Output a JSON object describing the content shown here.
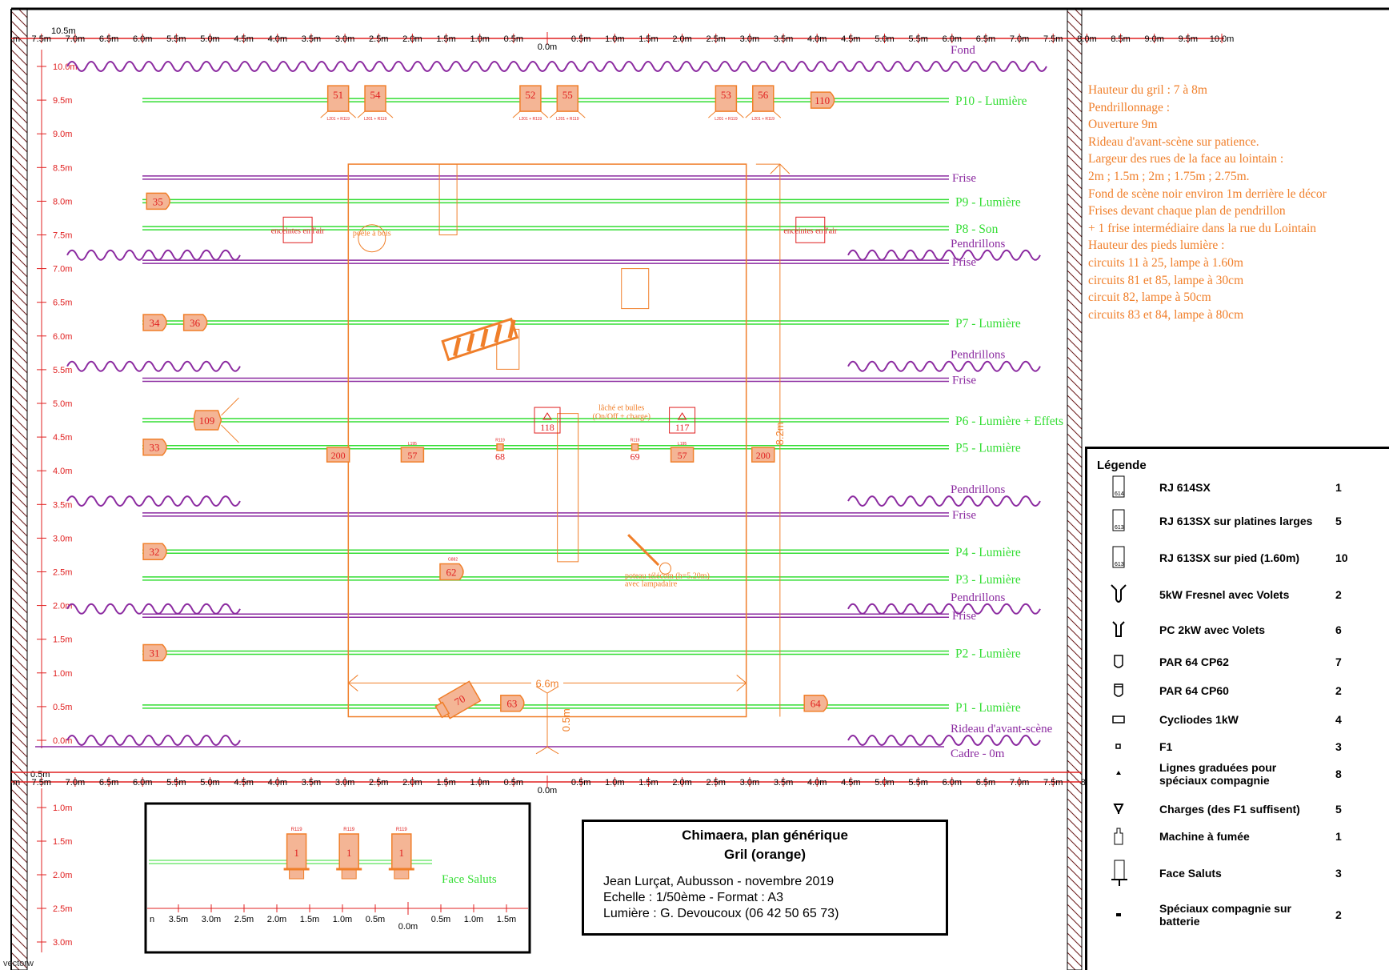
{
  "scale_top": {
    "left": [
      "7.5m",
      "7.0m",
      "6.5m",
      "6.0m",
      "5.5m",
      "5.0m",
      "4.5m",
      "4.0m",
      "3.5m",
      "3.0m",
      "2.5m",
      "2.0m",
      "1.5m",
      "1.0m",
      "0.5m"
    ],
    "center": "0.0m",
    "right": [
      "0.5m",
      "1.0m",
      "1.5m",
      "2.0m",
      "2.5m",
      "3.0m",
      "3.5m",
      "4.0m",
      "4.5m",
      "5.0m",
      "5.5m",
      "6.0m",
      "6.5m",
      "7.0m",
      "7.5m",
      "8.0m",
      "8.5m",
      "9.0m",
      "9.5m",
      "10.0m"
    ],
    "corner": "10.5m",
    "edge": "m"
  },
  "scale_mid": {
    "left": [
      "7.5m",
      "7.0m",
      "6.5m",
      "6.0m",
      "5.5m",
      "5.0m",
      "4.5m",
      "4.0m",
      "3.5m",
      "3.0m",
      "2.5m",
      "2.0m",
      "1.5m",
      "1.0m",
      "0.5m"
    ],
    "center": "0.0m",
    "right": [
      "0.5m",
      "1.0m",
      "1.5m",
      "2.0m",
      "2.5m",
      "3.0m",
      "3.5m",
      "4.0m",
      "4.5m",
      "5.0m",
      "5.5m",
      "6.0m",
      "6.5m",
      "7.0m",
      "7.5m",
      "8.0"
    ],
    "corner": "0.5m",
    "edge": "m"
  },
  "scale_inset": {
    "left": [
      "3.5m",
      "3.0m",
      "2.5m",
      "2.0m",
      "1.5m",
      "1.0m",
      "0.5m"
    ],
    "center": "0.0m",
    "right": [
      "0.5m",
      "1.0m",
      "1.5m"
    ],
    "edge": "n"
  },
  "depth_ruler": [
    {
      "v": 10.0,
      "label": "10.0m"
    },
    {
      "v": 9.5,
      "label": "9.5m"
    },
    {
      "v": 9.0,
      "label": "9.0m"
    },
    {
      "v": 8.5,
      "label": "8.5m"
    },
    {
      "v": 8.0,
      "label": "8.0m"
    },
    {
      "v": 7.5,
      "label": "7.5m"
    },
    {
      "v": 7.0,
      "label": "7.0m"
    },
    {
      "v": 6.5,
      "label": "6.5m"
    },
    {
      "v": 6.0,
      "label": "6.0m"
    },
    {
      "v": 5.5,
      "label": "5.5m"
    },
    {
      "v": 5.0,
      "label": "5.0m"
    },
    {
      "v": 4.5,
      "label": "4.5m"
    },
    {
      "v": 4.0,
      "label": "4.0m"
    },
    {
      "v": 3.5,
      "label": "3.5m"
    },
    {
      "v": 3.0,
      "label": "3.0m"
    },
    {
      "v": 2.5,
      "label": "2.5m"
    },
    {
      "v": 2.0,
      "label": "2.0m"
    },
    {
      "v": 1.5,
      "label": "1.5m"
    },
    {
      "v": 1.0,
      "label": "1.0m"
    },
    {
      "v": 0.5,
      "label": "0.5m"
    },
    {
      "v": 0.0,
      "label": "0.0m"
    }
  ],
  "inset_ruler": [
    "1.0m",
    "1.5m",
    "2.0m",
    "2.5m",
    "3.0m"
  ],
  "battens": [
    {
      "v": 9.5,
      "label": "P10 - Lumière"
    },
    {
      "v": 8.0,
      "label": "P9 - Lumière"
    },
    {
      "v": 7.6,
      "label": "P8 - Son"
    },
    {
      "v": 6.2,
      "label": "P7 - Lumière"
    },
    {
      "v": 4.75,
      "label": "P6 - Lumière + Effets"
    },
    {
      "v": 4.35,
      "label": "P5 - Lumière"
    },
    {
      "v": 2.8,
      "label": "P4 - Lumière"
    },
    {
      "v": 2.4,
      "label": "P3 - Lumière"
    },
    {
      "v": 1.3,
      "label": "P2 - Lumière"
    },
    {
      "v": 0.5,
      "label": "P1 - Lumière"
    }
  ],
  "friezes": [
    {
      "v": 8.35,
      "label": "Frise"
    },
    {
      "v": 7.1,
      "label": "Frise"
    },
    {
      "v": 5.35,
      "label": "Frise"
    },
    {
      "v": 3.35,
      "label": "Frise"
    },
    {
      "v": 1.85,
      "label": "Frise"
    }
  ],
  "drapes": [
    {
      "v": 10.0,
      "full": true,
      "label": "Fond"
    },
    {
      "v": 7.2,
      "full": false,
      "label": "Pendrillons"
    },
    {
      "v": 5.55,
      "full": false,
      "label": "Pendrillons"
    },
    {
      "v": 3.55,
      "full": false,
      "label": "Pendrillons"
    },
    {
      "v": 1.95,
      "full": false,
      "label": "Pendrillons"
    },
    {
      "v": 0.0,
      "full": false,
      "label": "Rideau d'avant-scène"
    }
  ],
  "cadre": "Cadre - 0m",
  "fixtures": [
    {
      "id": "51",
      "x": -3.1,
      "v": 9.5,
      "shape": "rect",
      "sub": "L201 + R119"
    },
    {
      "id": "54",
      "x": -2.55,
      "v": 9.5,
      "shape": "rect",
      "sub": "L201 + R119"
    },
    {
      "id": "52",
      "x": -0.25,
      "v": 9.5,
      "shape": "rect",
      "sub": "L201 + R119"
    },
    {
      "id": "55",
      "x": 0.3,
      "v": 9.5,
      "shape": "rect",
      "sub": "L201 + R119"
    },
    {
      "id": "53",
      "x": 2.65,
      "v": 9.5,
      "shape": "rect",
      "sub": "L201 + R119"
    },
    {
      "id": "56",
      "x": 3.2,
      "v": 9.5,
      "shape": "rect",
      "sub": "L201 + R119"
    },
    {
      "id": "110",
      "x": 4.1,
      "v": 9.5,
      "shape": "par"
    },
    {
      "id": "35",
      "x": -5.75,
      "v": 8.0,
      "shape": "par"
    },
    {
      "id": "34",
      "x": -5.8,
      "v": 6.2,
      "shape": "par"
    },
    {
      "id": "36",
      "x": -5.2,
      "v": 6.2,
      "shape": "par"
    },
    {
      "id": "109",
      "x": -5.0,
      "v": 4.75,
      "shape": "fresnel"
    },
    {
      "id": "33",
      "x": -5.8,
      "v": 4.35,
      "shape": "par"
    },
    {
      "id": "32",
      "x": -5.8,
      "v": 2.8,
      "shape": "par"
    },
    {
      "id": "31",
      "x": -5.8,
      "v": 1.3,
      "shape": "par"
    },
    {
      "id": "200",
      "x": -3.1,
      "v": 4.25,
      "shape": "cyc"
    },
    {
      "id": "57",
      "x": -2.0,
      "v": 4.25,
      "shape": "cyc",
      "sub": "L195"
    },
    {
      "id": "57",
      "x": 2.0,
      "v": 4.25,
      "shape": "cyc",
      "sub": "L195"
    },
    {
      "id": "200",
      "x": 3.2,
      "v": 4.25,
      "shape": "cyc"
    },
    {
      "id": "68",
      "x": -0.7,
      "v": 4.35,
      "shape": "f1",
      "sub": "R119"
    },
    {
      "id": "69",
      "x": 1.3,
      "v": 4.35,
      "shape": "f1",
      "sub": "R119"
    },
    {
      "id": "118",
      "x": 0.0,
      "v": 4.75,
      "shape": "box"
    },
    {
      "id": "117",
      "x": 2.0,
      "v": 4.75,
      "shape": "box"
    },
    {
      "id": "62",
      "x": -1.4,
      "v": 2.5,
      "shape": "par",
      "sub": "G882"
    },
    {
      "id": "70",
      "x": -1.3,
      "v": 0.6,
      "shape": "fog"
    },
    {
      "id": "63",
      "x": -0.5,
      "v": 0.55,
      "shape": "par"
    },
    {
      "id": "64",
      "x": 4.0,
      "v": 0.55,
      "shape": "par"
    }
  ],
  "effects_note": {
    "line1": "lâché et bulles",
    "line2": "(On/Off + charge)"
  },
  "speakers": [
    {
      "x": -3.7,
      "v": 7.55,
      "label": "enceintes en l'air"
    },
    {
      "x": 3.9,
      "v": 7.55,
      "label": "enceintes en l'air"
    }
  ],
  "poele": "poêle à bois",
  "poteau": {
    "line1": "poteau télécom (h=5.20m)",
    "line2": "avec lampadaire"
  },
  "dims": {
    "width": "6.6m",
    "depth": "8.2m",
    "apron": "0.5m"
  },
  "notes": [
    "Hauteur du gril : 7 à 8m",
    "Pendrillonnage :",
    "Ouverture 9m",
    "Rideau d'avant-scène sur patience.",
    "Largeur des rues de la face au lointain :",
    "2m ; 1.5m ; 2m ; 1.75m ; 2.75m.",
    "Fond de scène noir environ 1m derrière le décor",
    "Frises devant chaque plan de pendrillon",
    "+ 1 frise intermédiaire dans la rue du Lointain",
    "Hauteur des pieds lumière :",
    "circuits 11 à 25, lampe à 1.60m",
    "circuits 81 et 85, lampe à 30cm",
    "circuit 82, lampe à 50cm",
    "circuits 83 et 84, lampe à 80cm"
  ],
  "legend": {
    "title": "Légende",
    "items": [
      {
        "icon": "rj614",
        "name": "RJ 614SX",
        "count": "1",
        "tag": "614"
      },
      {
        "icon": "rj613",
        "name": "RJ 613SX sur platines larges",
        "count": "5",
        "tag": "613"
      },
      {
        "icon": "rj613",
        "name": "RJ 613SX sur pied (1.60m)",
        "count": "10",
        "tag": "613"
      },
      {
        "icon": "fresnel",
        "name": "5kW Fresnel avec Volets",
        "count": "2"
      },
      {
        "icon": "pc",
        "name": "PC 2kW avec Volets",
        "count": "6"
      },
      {
        "icon": "par62",
        "name": "PAR 64 CP62",
        "count": "7"
      },
      {
        "icon": "par60",
        "name": "PAR 64 CP60",
        "count": "2"
      },
      {
        "icon": "cyc",
        "name": "Cycliodes 1kW",
        "count": "4"
      },
      {
        "icon": "f1",
        "name": "F1",
        "count": "3"
      },
      {
        "icon": "tri",
        "name": "Lignes graduées pour spéciaux compagnie",
        "count": "8"
      },
      {
        "icon": "charge",
        "name": "Charges (des F1 suffisent)",
        "count": "5"
      },
      {
        "icon": "smoke",
        "name": "Machine à fumée",
        "count": "1"
      },
      {
        "icon": "salut",
        "name": "Face Saluts",
        "count": "3"
      },
      {
        "icon": "batt",
        "name": "Spéciaux compagnie sur batterie",
        "count": "2"
      }
    ]
  },
  "inset": {
    "label": "Face Saluts",
    "fixtures": [
      {
        "id": "1",
        "sub": "R119",
        "x": -3.4
      },
      {
        "id": "1",
        "sub": "R119",
        "x": -1.8
      },
      {
        "id": "1",
        "sub": "R119",
        "x": -0.2
      }
    ]
  },
  "titleblock": {
    "title1": "Chimaera, plan générique",
    "title2": "Gril (orange)",
    "line1": "Jean Lurçat, Aubusson - novembre 2019",
    "line2": "Echelle : 1/50ème - Format : A3",
    "line3": "Lumière : G. Devoucoux (06 42 50 65 73)"
  },
  "watermark": "vectorw",
  "colors": {
    "orange": "#f07f2a",
    "green": "#33dd33",
    "purple": "#8b2aa0",
    "red": "#e02020",
    "fill": "#f4b595",
    "black": "#000000"
  }
}
